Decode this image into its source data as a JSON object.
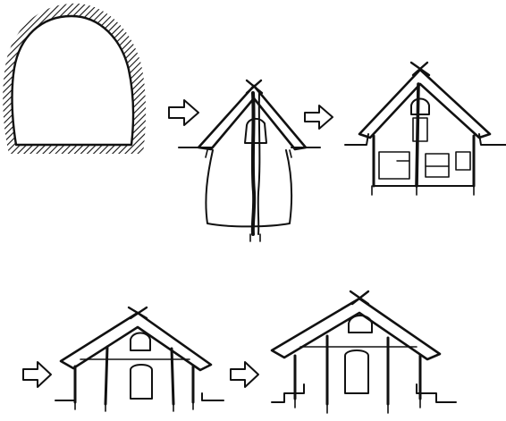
{
  "diagram": {
    "ink_color": "#111111",
    "paper_color": "#ffffff",
    "stages": [
      {
        "name": "cave-shelter"
      },
      {
        "name": "pit-dwelling-tall-pit"
      },
      {
        "name": "shallow-pit-dwelling"
      },
      {
        "name": "low-wall-dwelling"
      },
      {
        "name": "raised-platform-dwelling"
      }
    ],
    "transitions": [
      {
        "from": "cave-shelter",
        "to": "pit-dwelling-tall-pit"
      },
      {
        "from": "pit-dwelling-tall-pit",
        "to": "shallow-pit-dwelling"
      },
      {
        "from": "shallow-pit-dwelling",
        "to": "low-wall-dwelling"
      },
      {
        "from": "low-wall-dwelling",
        "to": "raised-platform-dwelling"
      }
    ]
  }
}
